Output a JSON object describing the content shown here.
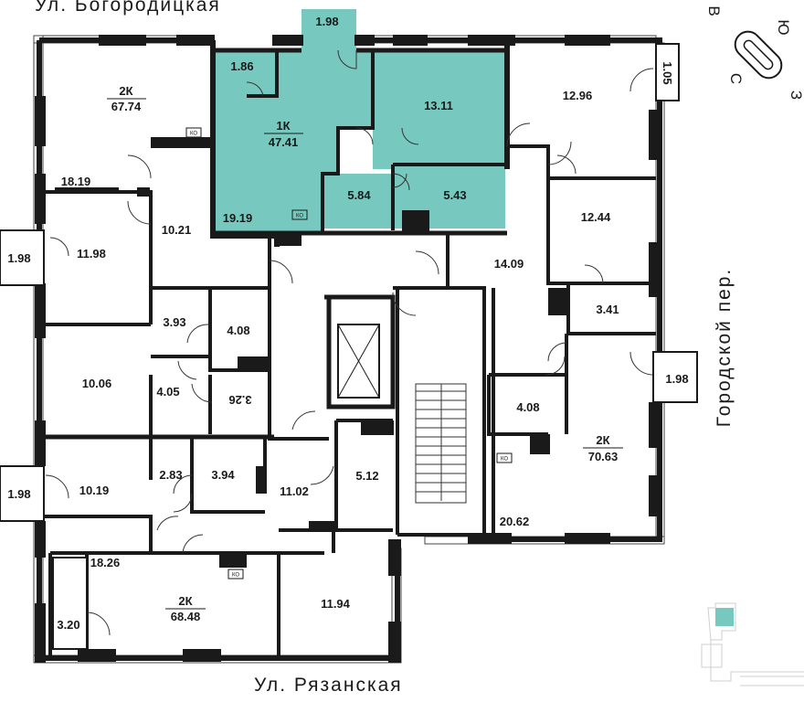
{
  "streets": {
    "top": "Ул. Богородицкая",
    "bottom": "Ул. Рязанская",
    "right": "Городской пер."
  },
  "highlight_color": "#77c9c0",
  "compass": {
    "north": "С",
    "south": "Ю",
    "east": "В",
    "west": "З"
  },
  "utility_label": "КО",
  "apartments": [
    {
      "id": "apt-top-left",
      "type": "2К",
      "area": "67.74"
    },
    {
      "id": "apt-selected",
      "type": "1К",
      "area": "47.41",
      "selected": true
    },
    {
      "id": "apt-right",
      "type": "2К",
      "area": "70.63"
    },
    {
      "id": "apt-bottom",
      "type": "2К",
      "area": "68.48"
    }
  ],
  "rooms": [
    {
      "id": "bal-top-center",
      "area": "1.98"
    },
    {
      "id": "sel-bath",
      "area": "1.86"
    },
    {
      "id": "sel-kitchen",
      "area": "13.11"
    },
    {
      "id": "sel-hall",
      "area": "5.84"
    },
    {
      "id": "sel-bath2",
      "area": "5.43"
    },
    {
      "id": "sel-room",
      "area": "19.19"
    },
    {
      "id": "tr-room",
      "area": "12.96"
    },
    {
      "id": "tr-balcony",
      "area": "1.05"
    },
    {
      "id": "tl-room",
      "area": "18.19"
    },
    {
      "id": "tl-hall",
      "area": "10.21"
    },
    {
      "id": "tl-room2",
      "area": "11.98"
    },
    {
      "id": "tl-balcony",
      "area": "1.98"
    },
    {
      "id": "tl-bath",
      "area": "3.93"
    },
    {
      "id": "tl-wc",
      "area": "4.08"
    },
    {
      "id": "tl-room3",
      "area": "10.06"
    },
    {
      "id": "tl-corr",
      "area": "4.05"
    },
    {
      "id": "tl-store",
      "area": "3.26"
    },
    {
      "id": "r-room",
      "area": "12.44"
    },
    {
      "id": "r-hall",
      "area": "14.09"
    },
    {
      "id": "r-bath",
      "area": "3.41"
    },
    {
      "id": "r-balcony",
      "area": "1.98"
    },
    {
      "id": "r-wc",
      "area": "4.08"
    },
    {
      "id": "r-room2",
      "area": "20.62"
    },
    {
      "id": "bl-balcony",
      "area": "1.98"
    },
    {
      "id": "bl-room",
      "area": "10.19"
    },
    {
      "id": "bl-bath",
      "area": "2.83"
    },
    {
      "id": "bl-wc",
      "area": "3.94"
    },
    {
      "id": "bl-hall",
      "area": "11.02"
    },
    {
      "id": "c-room",
      "area": "5.12"
    },
    {
      "id": "bl-room2",
      "area": "18.26"
    },
    {
      "id": "bl-balcony2",
      "area": "3.20"
    },
    {
      "id": "bm-room",
      "area": "11.94"
    }
  ]
}
